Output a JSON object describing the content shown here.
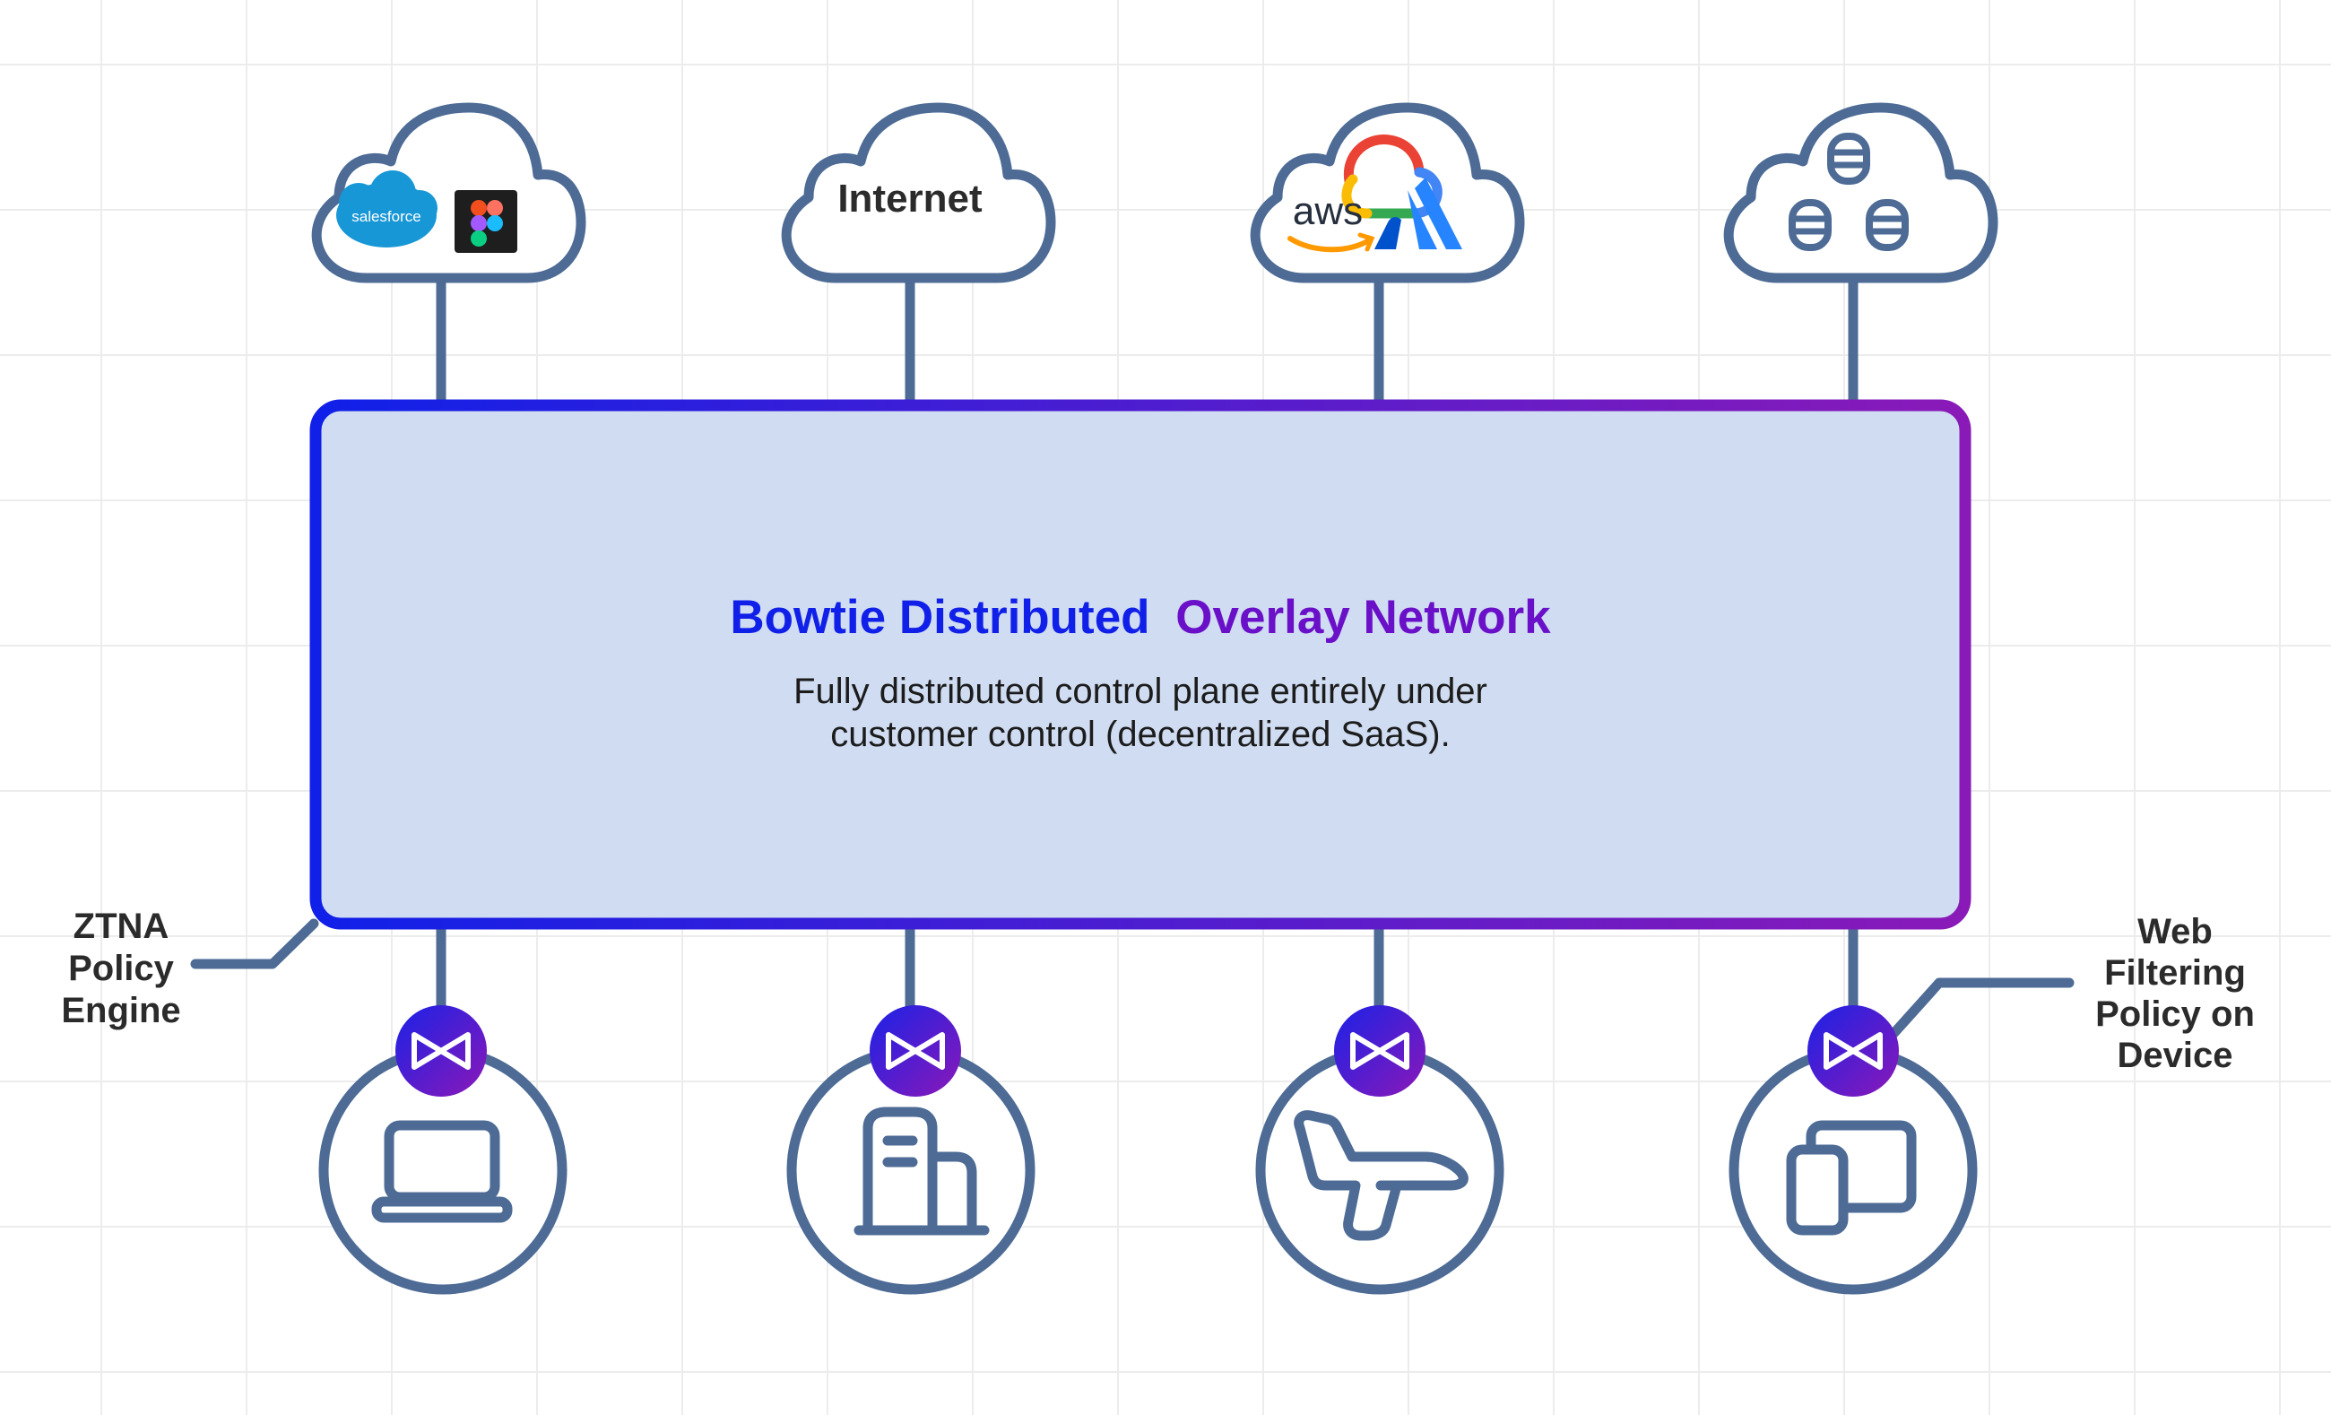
{
  "network": {
    "title_part1": "Bowtie Distributed",
    "title_part2": "Overlay Network",
    "subtitle_line1": "Fully distributed control plane entirely under",
    "subtitle_line2": "customer control (decentralized SaaS)."
  },
  "clouds": {
    "saas": {
      "salesforce_label": "salesforce",
      "icons": [
        "salesforce-logo",
        "figma-logo"
      ]
    },
    "internet": {
      "label": "Internet"
    },
    "public_cloud": {
      "aws_label": "aws",
      "icons": [
        "google-cloud-logo",
        "aws-logo",
        "atlassian-logo"
      ]
    },
    "datacenter": {
      "icons": [
        "database-icon",
        "database-icon",
        "database-icon"
      ]
    }
  },
  "callouts": {
    "ztna": [
      "ZTNA",
      "Policy",
      "Engine"
    ],
    "web_filtering": [
      "Web",
      "Filtering",
      "Policy on",
      "Device"
    ]
  },
  "endpoints": [
    {
      "icon": "laptop-icon",
      "badge": "bowtie-logo-icon"
    },
    {
      "icon": "office-building-icon",
      "badge": "bowtie-logo-icon"
    },
    {
      "icon": "airplane-icon",
      "badge": "bowtie-logo-icon"
    },
    {
      "icon": "devices-icon",
      "badge": "bowtie-logo-icon"
    }
  ],
  "colors": {
    "stroke": "#4d6b95",
    "box_fill": "#cfdcf1",
    "gradient_start": "#1020e8",
    "gradient_end": "#8a1ab8",
    "grid": "#ececec"
  }
}
